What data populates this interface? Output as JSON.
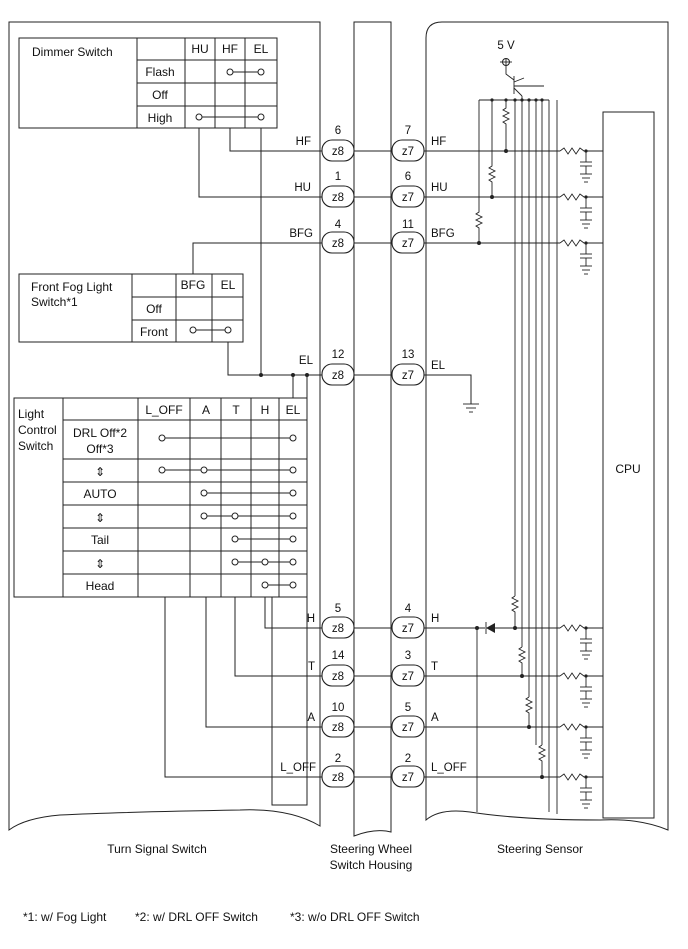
{
  "blocks": {
    "turn_signal": "Turn Signal Switch",
    "housing_line1": "Steering Wheel",
    "housing_line2": "Switch Housing",
    "sensor": "Steering Sensor",
    "cpu": "CPU"
  },
  "power": {
    "label": "5 V"
  },
  "connectors": {
    "left": "z8",
    "right": "z7"
  },
  "signals": [
    {
      "name": "HF",
      "pin_left": "6",
      "pin_right": "7"
    },
    {
      "name": "HU",
      "pin_left": "1",
      "pin_right": "6"
    },
    {
      "name": "BFG",
      "pin_left": "4",
      "pin_right": "11"
    },
    {
      "name": "EL",
      "pin_left": "12",
      "pin_right": "13"
    },
    {
      "name": "H",
      "pin_left": "5",
      "pin_right": "4"
    },
    {
      "name": "T",
      "pin_left": "14",
      "pin_right": "3"
    },
    {
      "name": "A",
      "pin_left": "10",
      "pin_right": "5"
    },
    {
      "name": "L_OFF",
      "pin_left": "2",
      "pin_right": "2"
    }
  ],
  "dimmer": {
    "title": "Dimmer Switch",
    "columns": [
      "HU",
      "HF",
      "EL"
    ],
    "rows": [
      "Flash",
      "Off",
      "High"
    ]
  },
  "fog": {
    "title_line1": "Front Fog Light",
    "title_line2": "Switch*1",
    "columns": [
      "BFG",
      "EL"
    ],
    "rows": [
      "Off",
      "Front"
    ]
  },
  "light": {
    "title_line1": "Light",
    "title_line2": "Control",
    "title_line3": "Switch",
    "columns": [
      "L_OFF",
      "A",
      "T",
      "H",
      "EL"
    ],
    "rows": [
      "DRL Off*2",
      "Off*3",
      "⇕",
      "AUTO",
      "⇕",
      "Tail",
      "⇕",
      "Head"
    ]
  },
  "footnotes": [
    "*1: w/ Fog Light",
    "*2: w/ DRL OFF Switch",
    "*3: w/o DRL OFF Switch"
  ]
}
